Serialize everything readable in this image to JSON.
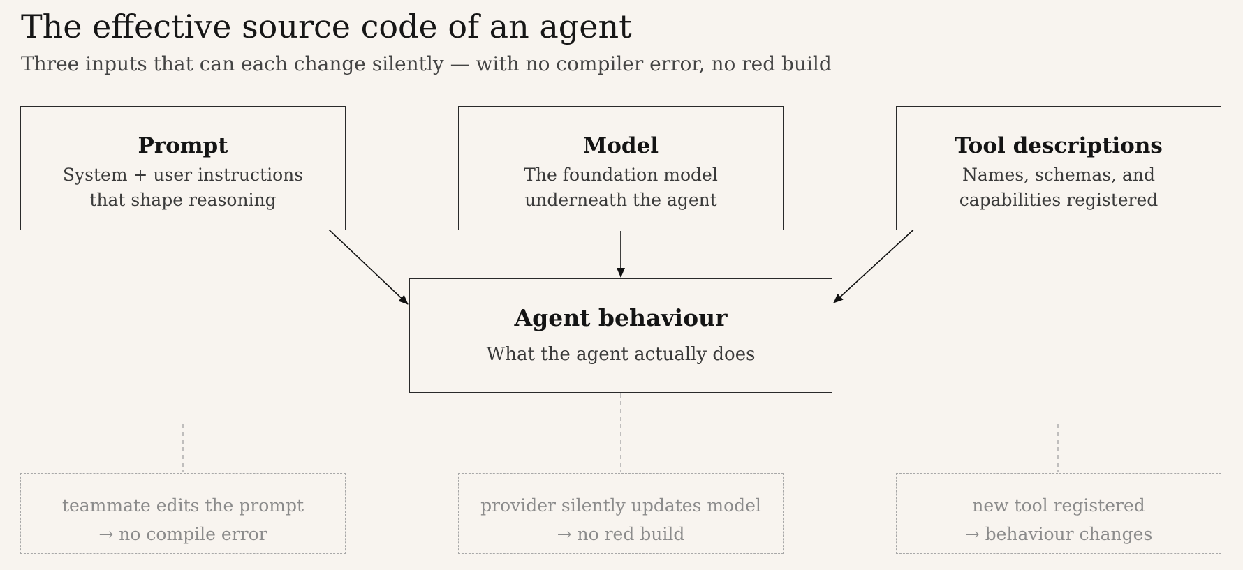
{
  "title": "The effective source code of an agent",
  "subtitle": "Three inputs that can each change silently — with no compiler error, no red build",
  "inputs": [
    {
      "heading": "Prompt",
      "line1": "System + user instructions",
      "line2": "that shape reasoning"
    },
    {
      "heading": "Model",
      "line1": "The foundation model",
      "line2": "underneath the agent"
    },
    {
      "heading": "Tool descriptions",
      "line1": "Names, schemas, and",
      "line2": "capabilities registered"
    }
  ],
  "output": {
    "heading": "Agent behaviour",
    "description": "What the agent actually does"
  },
  "risks": [
    {
      "line1": "teammate edits the prompt",
      "line2": "→ no compile error"
    },
    {
      "line1": "provider silently updates model",
      "line2": "→ no red build"
    },
    {
      "line1": "new tool registered",
      "line2": "→ behaviour changes"
    }
  ],
  "colors": {
    "background": "#f8f4ef",
    "box_border": "#2a2a2a",
    "dashed_border": "#a8a8a8",
    "muted_text": "#8b8b8b"
  }
}
